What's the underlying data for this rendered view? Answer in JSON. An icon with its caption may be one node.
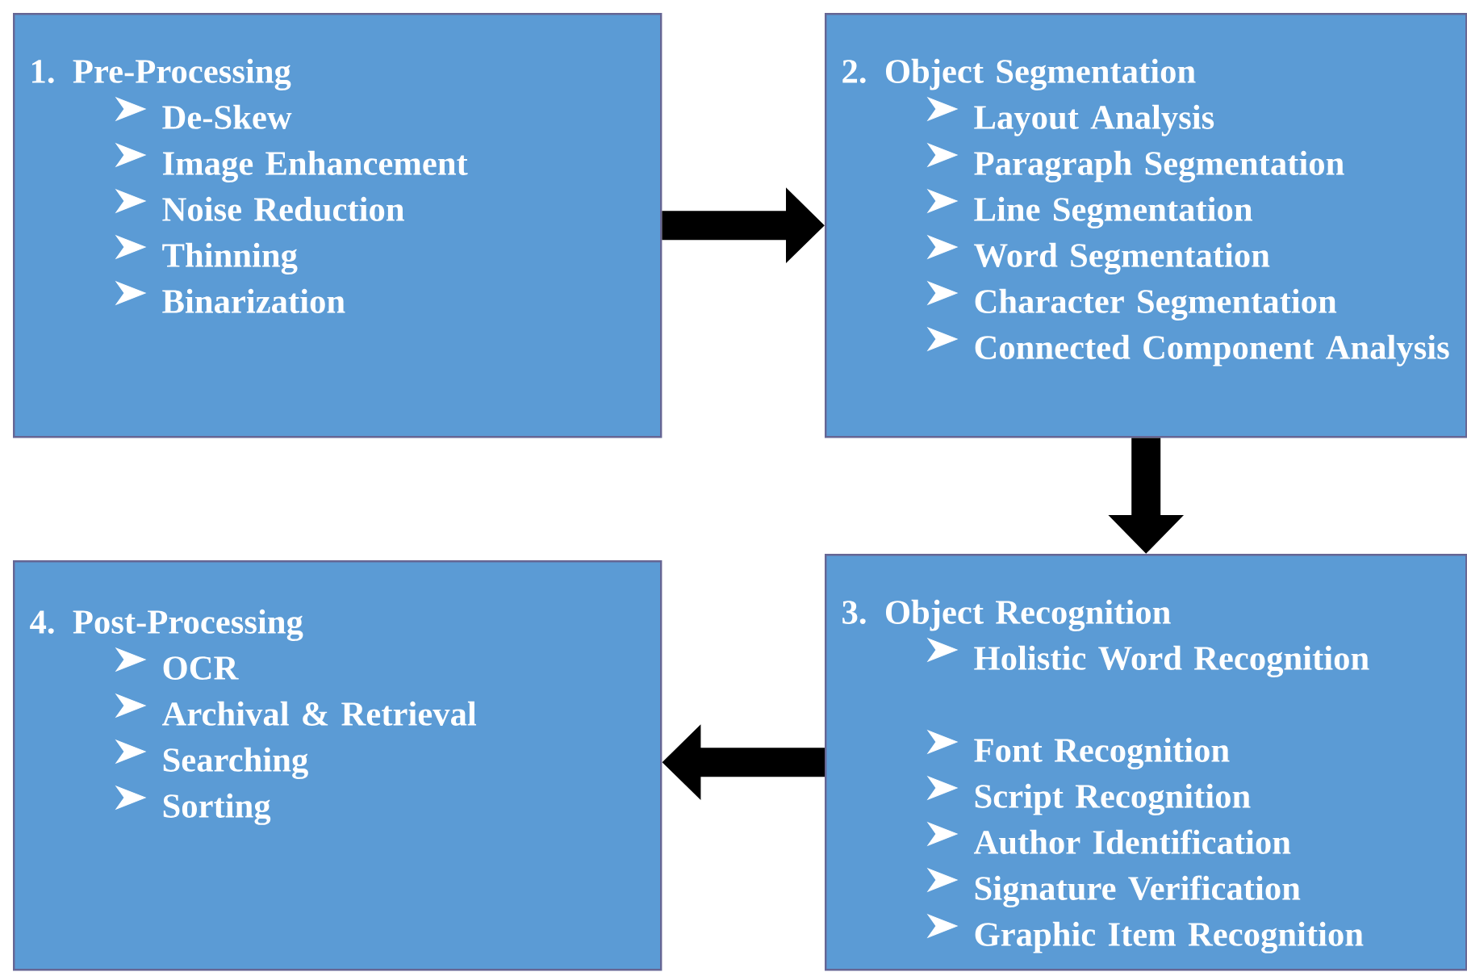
{
  "diagram": {
    "nodes": [
      {
        "text": [
          "1. Pre-Processing",
          "De-Skew",
          "Image Enhancement",
          "Noise Reduction",
          "Thinning",
          "Binarization"
        ]
      },
      {
        "text": [
          "2. Object Segmentation",
          "Layout Analysis",
          "Paragraph Segmentation",
          "Line Segmentation",
          "Word Segmentation",
          "Character Segmentation",
          "Connected Component Analysis"
        ]
      },
      {
        "text": [
          "3. Object Recognition",
          "Holistic Word Recognition",
          "Font Recognition",
          "Script Recognition",
          "Author Identification",
          "Signature Verification",
          "Graphic Item Recognition"
        ]
      },
      {
        "text": [
          "4. Post-Processing",
          "OCR",
          "Archival & Retrieval",
          "Searching",
          "Sorting"
        ]
      }
    ],
    "edges": [
      {
        "from": 0,
        "to": 1,
        "arrow": "to"
      },
      {
        "from": 1,
        "to": 2,
        "arrow": "to"
      },
      {
        "from": 2,
        "to": 3,
        "arrow": "to"
      }
    ]
  }
}
